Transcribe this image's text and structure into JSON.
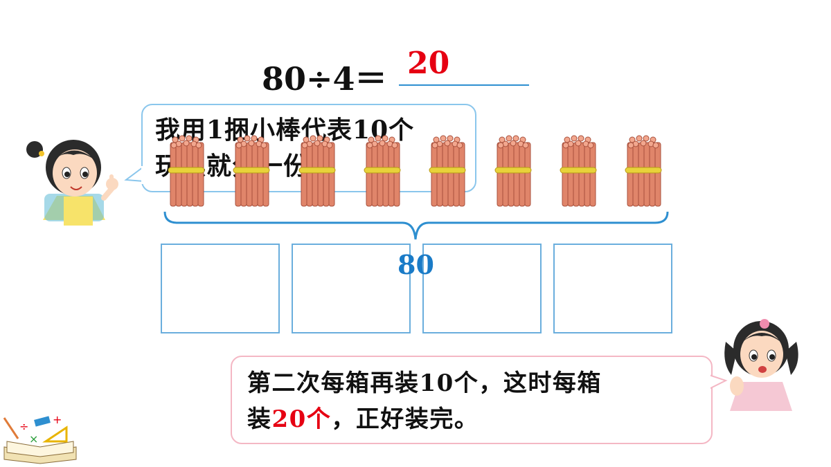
{
  "equation": {
    "expression": "80÷4＝",
    "answer": "20"
  },
  "bubble_top": {
    "line1": "我用1捆小棒代表10个",
    "line2": "玩具就分一份。"
  },
  "bundles": {
    "count": 8
  },
  "total": {
    "value": "80"
  },
  "boxes": {
    "count": 4
  },
  "bubble_bottom": {
    "line1": "第二次每箱再装10个，这时每箱",
    "line2_pre": "装",
    "line2_red": "20个",
    "line2_post": "，正好装完。"
  },
  "colors": {
    "answer": "#e60012",
    "total": "#1a7bc7",
    "stick": "#e0856a",
    "band": "#e8d23a",
    "box_border": "#6aaedd"
  }
}
